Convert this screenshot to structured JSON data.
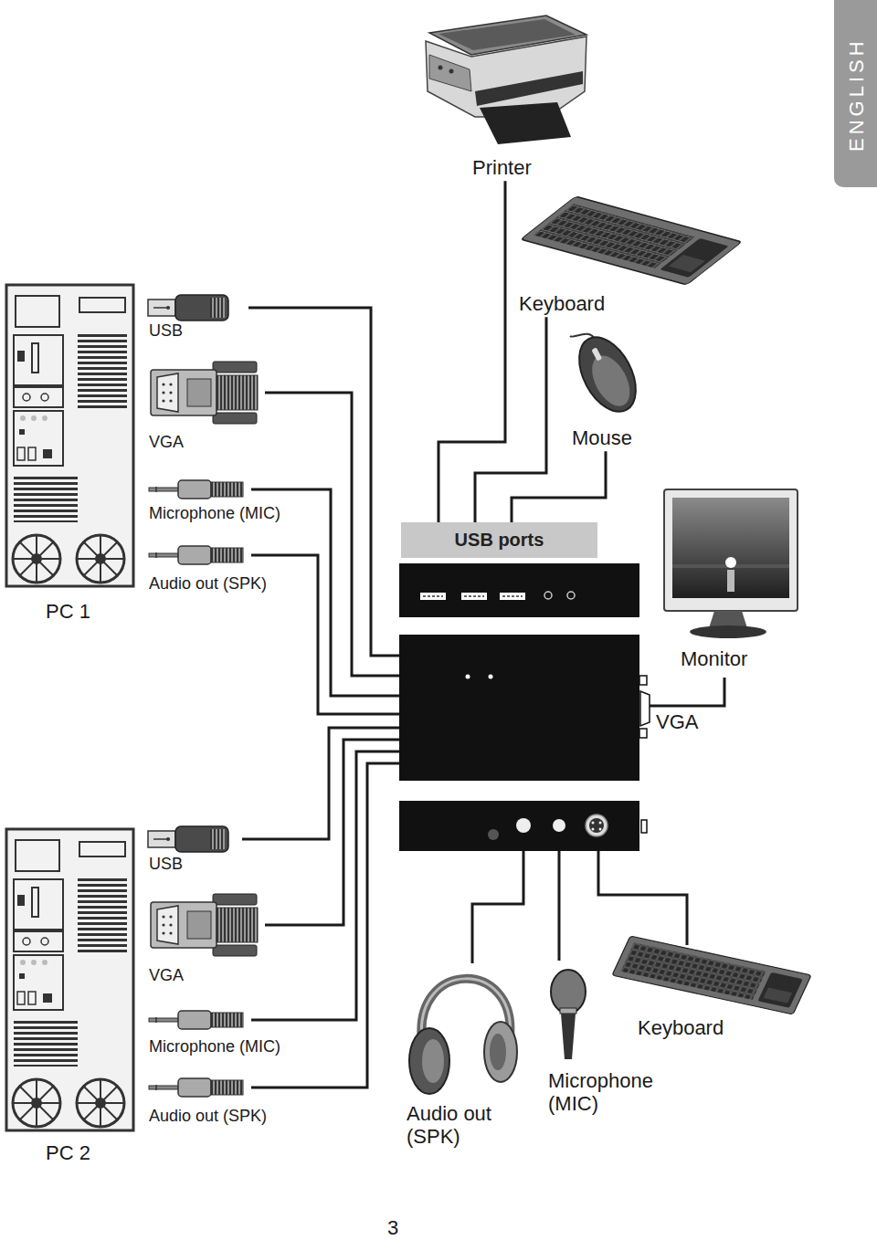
{
  "diagram": {
    "nodes": [
      {
        "text": [
          "Printer"
        ]
      },
      {
        "text": [
          "Keyboard"
        ]
      },
      {
        "text": [
          "Mouse"
        ]
      },
      {
        "text": [
          "USB ports"
        ]
      },
      {
        "text": [
          "Monitor"
        ]
      },
      {
        "text": [
          "PC 1"
        ]
      },
      {
        "text": [
          "PC 2"
        ]
      },
      {
        "text": [
          "Audio out (SPK)"
        ]
      },
      {
        "text": [
          "Microphone (MIC)"
        ]
      },
      {
        "text": [
          "Keyboard"
        ]
      }
    ],
    "edges": [
      {
        "from": 0,
        "to": 3,
        "arrow": "none"
      },
      {
        "from": 1,
        "to": 3,
        "arrow": "none"
      },
      {
        "from": 2,
        "to": 3,
        "arrow": "none"
      }
    ],
    "labels": [
      "ENGLISH",
      "USB",
      "VGA",
      "Microphone (MIC)",
      "Audio out (SPK)",
      "VGA",
      "USB",
      "VGA",
      "Microphone (MIC)",
      "Audio out (SPK)",
      "3"
    ]
  }
}
